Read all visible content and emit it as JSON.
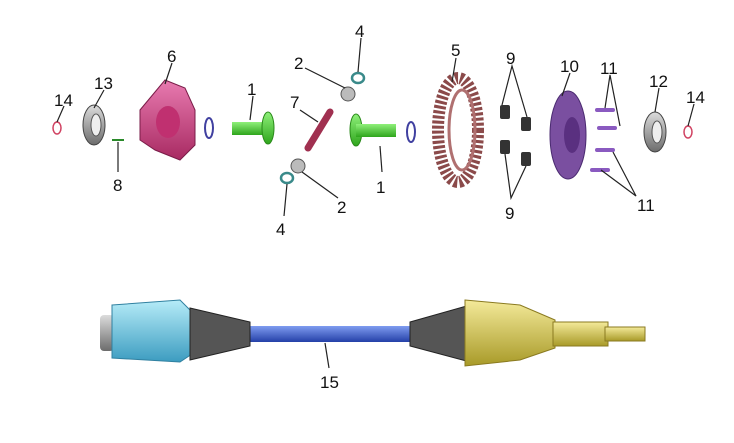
{
  "callouts": [
    {
      "id": "14-left",
      "text": "14"
    },
    {
      "id": "13",
      "text": "13"
    },
    {
      "id": "6",
      "text": "6"
    },
    {
      "id": "8",
      "text": "8"
    },
    {
      "id": "1-top",
      "text": "1"
    },
    {
      "id": "7",
      "text": "7"
    },
    {
      "id": "2-top",
      "text": "2"
    },
    {
      "id": "4-top",
      "text": "4"
    },
    {
      "id": "2-bottom",
      "text": "2"
    },
    {
      "id": "4-bottom",
      "text": "4"
    },
    {
      "id": "1-bottom",
      "text": "1"
    },
    {
      "id": "5",
      "text": "5"
    },
    {
      "id": "9-top",
      "text": "9"
    },
    {
      "id": "9-bottom",
      "text": "9"
    },
    {
      "id": "10",
      "text": "10"
    },
    {
      "id": "11-top",
      "text": "11"
    },
    {
      "id": "11-bottom",
      "text": "11"
    },
    {
      "id": "12",
      "text": "12"
    },
    {
      "id": "14-right",
      "text": "14"
    },
    {
      "id": "15",
      "text": "15"
    }
  ],
  "colors": {
    "pink_housing": "#d0457f",
    "green_gear": "#4fd13a",
    "brown_ring_gear": "#8b4a4a",
    "purple_cover": "#7a4fa0",
    "cyan_joint": "#6cc6e0",
    "blue_shaft": "#3a5fd0",
    "yellow_joint": "#d8c84a"
  }
}
